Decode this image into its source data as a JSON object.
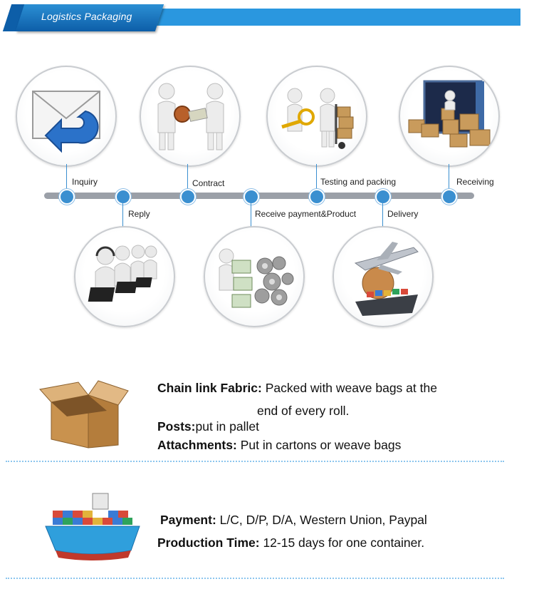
{
  "banner": {
    "title": "Logistics Packaging",
    "accent": "#2a97df"
  },
  "process": {
    "steps": [
      {
        "label": "Inquiry",
        "icon": "envelope-icon"
      },
      {
        "label": "Reply",
        "icon": "call-center-icon"
      },
      {
        "label": "Contract",
        "icon": "handshake-contract-icon"
      },
      {
        "label": "Receive payment&Product",
        "icon": "money-gears-icon"
      },
      {
        "label": "Testing and packing",
        "icon": "inspection-cart-icon"
      },
      {
        "label": "Delivery",
        "icon": "plane-ship-icon"
      },
      {
        "label": "Receiving",
        "icon": "container-boxes-icon"
      }
    ]
  },
  "packaging": {
    "icon": "carton-box-icon",
    "chain_label": "Chain link Fabric:",
    "chain_value_1": " Packed with weave bags at the",
    "chain_value_2": "end of every roll.",
    "posts_label": "Posts:",
    "posts_value": "put in pallet",
    "attach_label": "Attachments:",
    "attach_value": " Put in cartons or weave bags"
  },
  "shipping": {
    "icon": "cargo-ship-icon",
    "payment_label": "Payment:",
    "payment_value": " L/C, D/P, D/A, Western Union, Paypal",
    "production_label": "Production Time:",
    "production_value": " 12-15 days for one container."
  }
}
